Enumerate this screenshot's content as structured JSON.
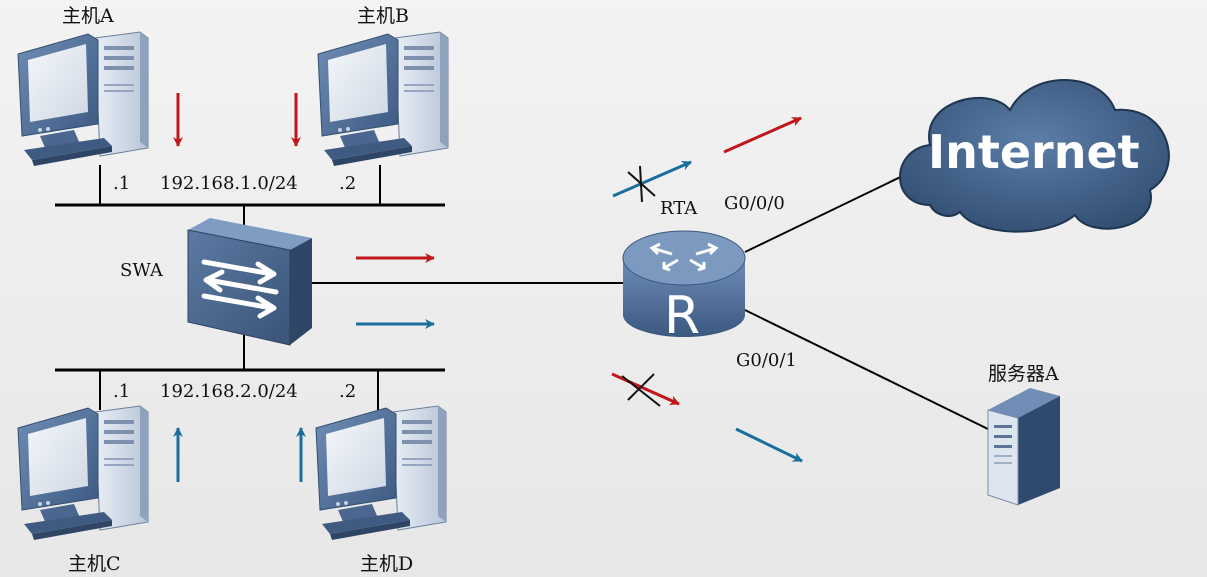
{
  "hosts": {
    "a": "主机A",
    "b": "主机B",
    "c": "主机C",
    "d": "主机D"
  },
  "server": "服务器A",
  "switch": "SWA",
  "router": "RTA",
  "router_letter": "R",
  "cloud": "Internet",
  "segments": {
    "top": {
      "left_ip": ".1",
      "subnet": "192.168.1.0/24",
      "right_ip": ".2"
    },
    "bottom": {
      "left_ip": ".1",
      "subnet": "192.168.2.0/24",
      "right_ip": ".2"
    }
  },
  "interfaces": {
    "internet": "G0/0/0",
    "server": "G0/0/1"
  },
  "colors": {
    "red_flow": "#c0161c",
    "blue_flow": "#1a6e9e",
    "device_blue": "#4a6a94",
    "cloud_blue": "#3f5f86"
  }
}
